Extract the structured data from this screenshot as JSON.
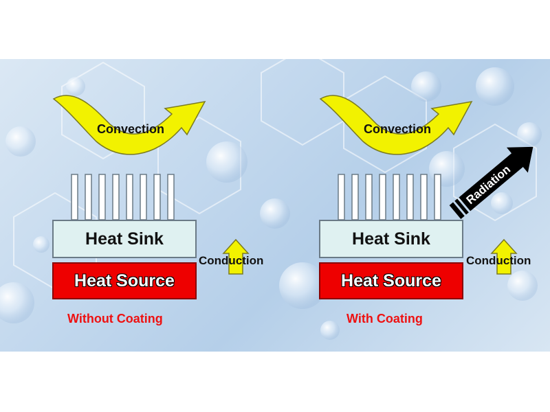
{
  "left_panel": {
    "convection_label": "Convection",
    "heat_sink_label": "Heat Sink",
    "heat_source_label": "Heat Source",
    "conduction_label": "Conduction",
    "caption": "Without Coating"
  },
  "right_panel": {
    "convection_label": "Convection",
    "heat_sink_label": "Heat Sink",
    "heat_source_label": "Heat Source",
    "conduction_label": "Conduction",
    "radiation_label": "Radiation",
    "caption": "With Coating"
  },
  "colors": {
    "arrow_yellow": "#f2f200",
    "heat_source_red": "#ee0000",
    "heat_sink_fill": "#dff1f1",
    "caption_red": "#ee1111",
    "radiation_arrow": "#000000"
  }
}
